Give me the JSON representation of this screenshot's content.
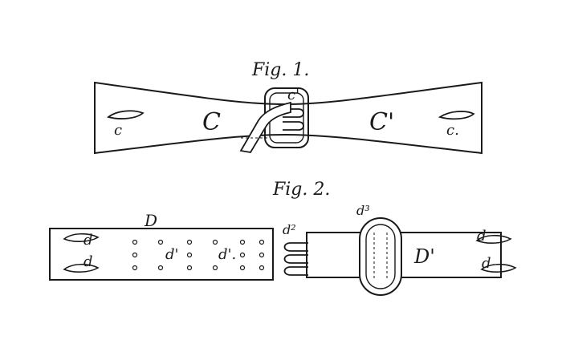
{
  "figures": {
    "fig1": {
      "caption": "Fig. 1.",
      "labels": {
        "left_strap": "C",
        "right_strap": "C'",
        "buckle": "c'",
        "left_end": "c",
        "right_end": "c."
      }
    },
    "fig2": {
      "caption": "Fig. 2.",
      "labels": {
        "strap_top": "D",
        "right_strap": "D'",
        "hooks": "d²",
        "loop": "d³",
        "left_end_top": "d",
        "left_end_bottom": "d",
        "holes_a": "d'",
        "holes_b": "d'.",
        "right_end_top": "d",
        "right_end_bottom": "d"
      }
    }
  }
}
